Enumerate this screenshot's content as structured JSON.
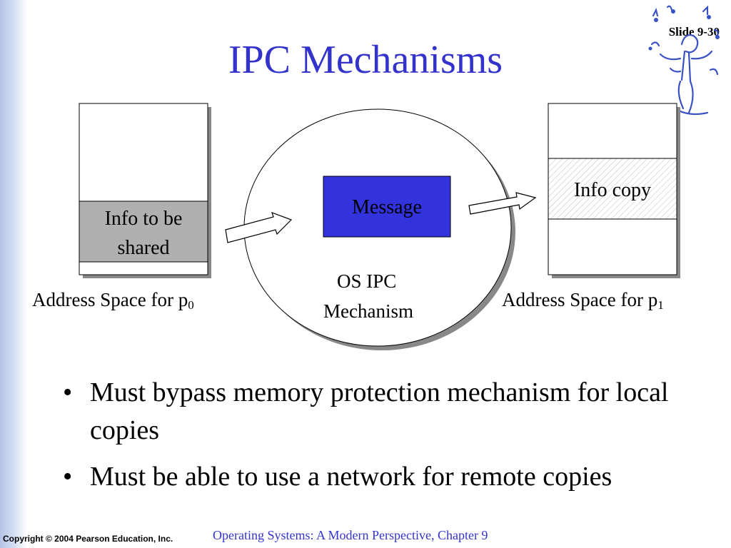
{
  "slide": {
    "title": "IPC Mechanisms",
    "number": "Slide 9-30"
  },
  "diagram": {
    "left_space": {
      "label": "Address Space for p",
      "subscript": "0",
      "region_line1": "Info to be",
      "region_line2": "shared"
    },
    "ipc": {
      "message": "Message",
      "label_line1": "OS IPC",
      "label_line2": "Mechanism"
    },
    "right_space": {
      "label": "Address Space for p",
      "subscript": "1",
      "region": "Info copy"
    }
  },
  "bullets": [
    {
      "marker": "•",
      "text": "Must bypass memory protection mechanism for local copies"
    },
    {
      "marker": "•",
      "text": "Must be able to use a network for remote copies"
    }
  ],
  "footer": {
    "copyright": "Copyright © 2004 Pearson Education, Inc.",
    "course": "Operating Systems: A Modern Perspective, Chapter 9"
  },
  "colors": {
    "title": "#3333cc",
    "message_box": "#3333dd",
    "shared_region": "#b0b0b0",
    "shadow": "#888888"
  }
}
